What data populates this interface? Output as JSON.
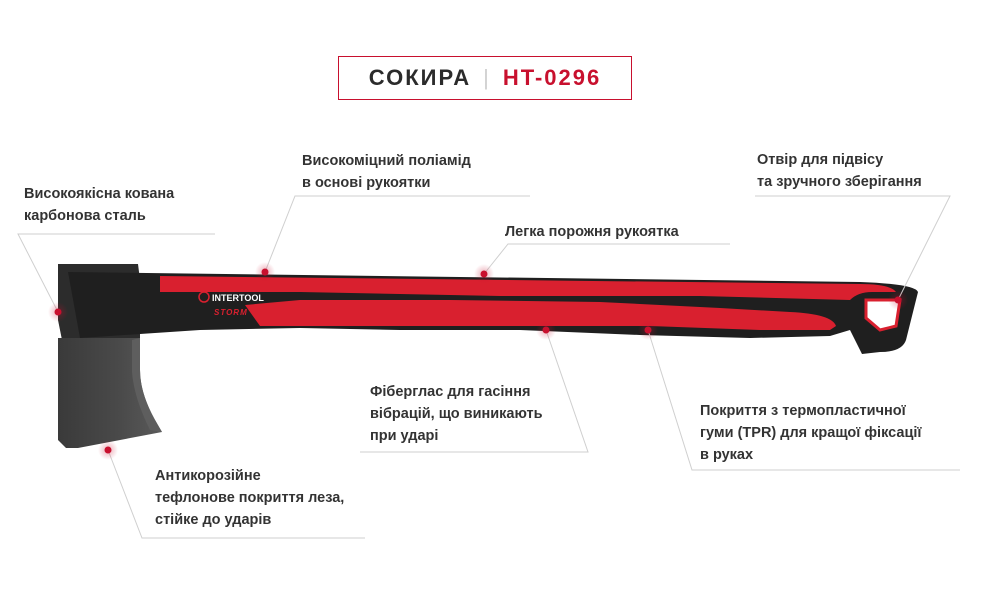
{
  "title": {
    "name": "СОКИРА",
    "separator": "|",
    "code": "HT-0296"
  },
  "brand": {
    "logo": "INTERTOOL",
    "series": "STORM"
  },
  "colors": {
    "accent": "#c8102e",
    "handle_red": "#d9202f",
    "handle_black": "#1f1f1f",
    "blade": "#3d3d3d"
  },
  "features": [
    {
      "text": [
        "Високоякісна кована",
        "карбонова сталь"
      ]
    },
    {
      "text": [
        "Високоміцний поліамід",
        "в основі рукоятки"
      ]
    },
    {
      "text": [
        "Легка порожня рукоятка"
      ]
    },
    {
      "text": [
        "Отвір для підвісу",
        "та зручного зберігання"
      ]
    },
    {
      "text": [
        "Фіберглас для гасіння",
        "вібрацій, що виникають",
        "при ударі"
      ]
    },
    {
      "text": [
        "Покриття з термопластичної",
        "гуми (TPR) для кращої фіксації",
        "в руках"
      ]
    },
    {
      "text": [
        "Антикорозійне",
        "тефлонове покриття леза,",
        "стійке до ударів"
      ]
    }
  ]
}
